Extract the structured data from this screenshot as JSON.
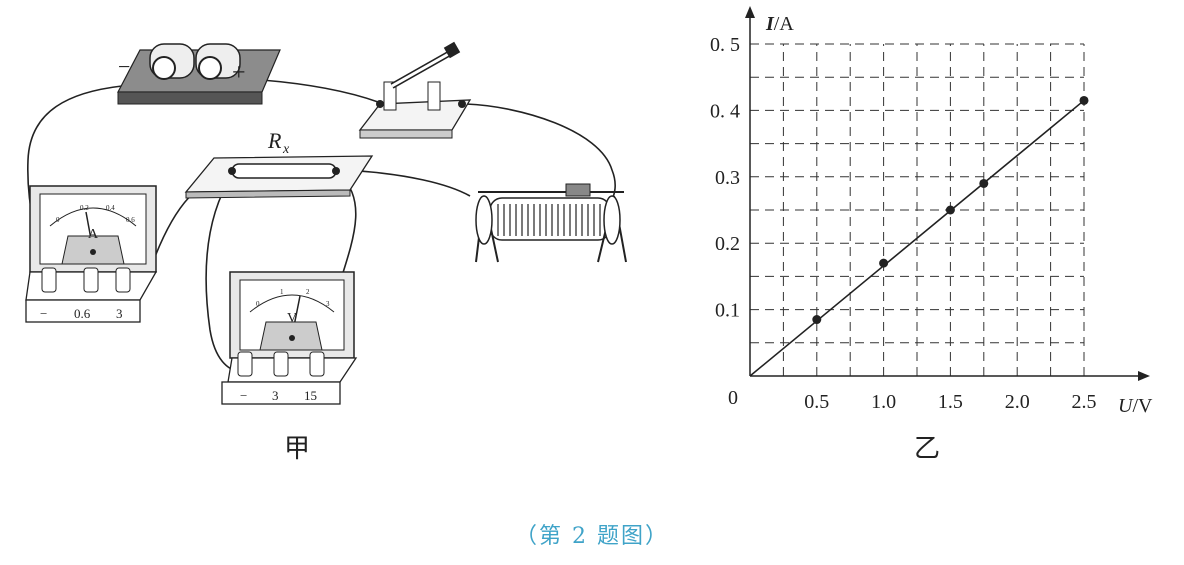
{
  "left_figure": {
    "label": "甲",
    "resistor_label": "R",
    "resistor_subscript": "x",
    "battery_minus": "−",
    "battery_plus": "+",
    "ammeter": {
      "symbol": "A",
      "terminal_labels": [
        "−",
        "0.6",
        "3"
      ],
      "scale_ticks": [
        "0",
        "0.2",
        "0.4",
        "0.6"
      ]
    },
    "voltmeter": {
      "symbol": "V",
      "terminal_labels": [
        "−",
        "3",
        "15"
      ],
      "scale_ticks": [
        "0",
        "1",
        "2",
        "3"
      ]
    }
  },
  "right_figure": {
    "label": "乙",
    "chart_data": {
      "type": "scatter",
      "xlabel_var": "U",
      "xlabel_unit": "/V",
      "ylabel_var": "I",
      "ylabel_unit": "/A",
      "origin_label": "0",
      "x_ticks": [
        "0.5",
        "1.0",
        "1.5",
        "2.0",
        "2.5"
      ],
      "y_ticks": [
        "0. 5",
        "0. 4",
        "0.3",
        "0.2",
        "0.1"
      ],
      "xlim": [
        0,
        2.5
      ],
      "ylim": [
        0,
        0.5
      ],
      "grid": true,
      "grid_step_x": 0.25,
      "grid_step_y": 0.05,
      "points": [
        {
          "x": 0.5,
          "y": 0.085
        },
        {
          "x": 1.0,
          "y": 0.17
        },
        {
          "x": 1.5,
          "y": 0.25
        },
        {
          "x": 1.75,
          "y": 0.29
        },
        {
          "x": 2.5,
          "y": 0.415
        }
      ],
      "fit_line": {
        "x0": 0,
        "y0": 0,
        "x1": 2.5,
        "y1": 0.415
      }
    }
  },
  "caption": "（第 2 题图）"
}
